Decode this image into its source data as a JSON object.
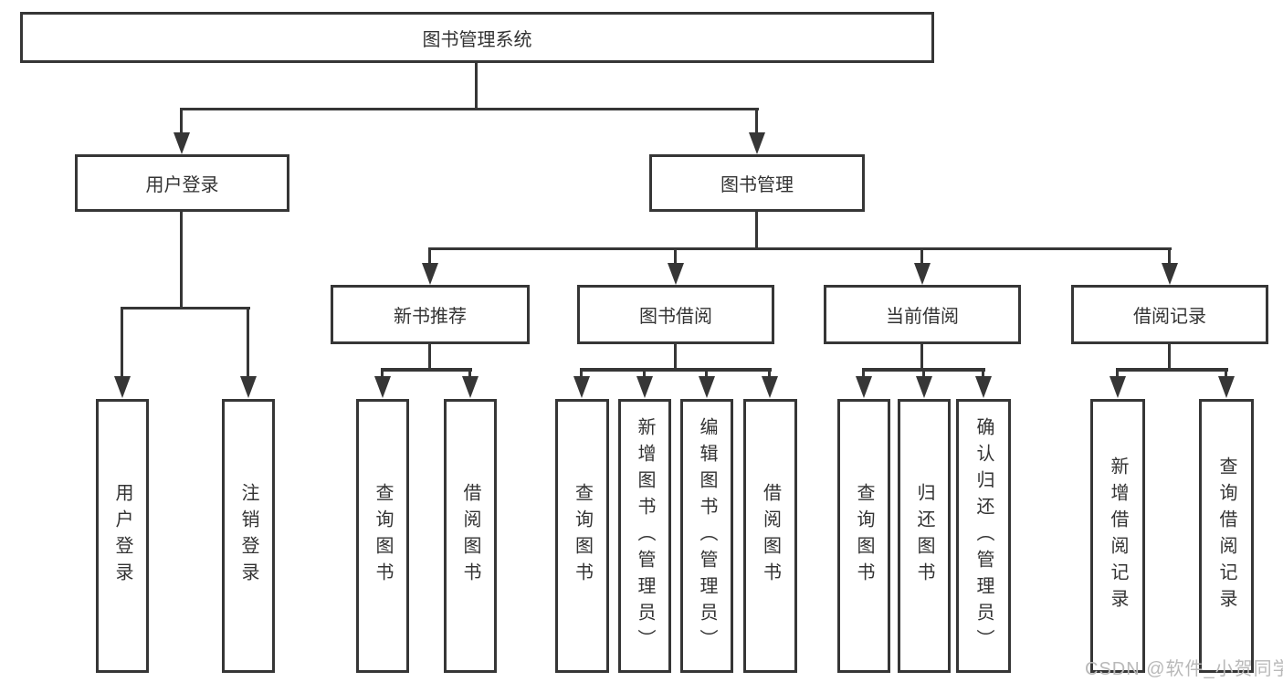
{
  "tree": {
    "root": {
      "label": "图书管理系统",
      "children": [
        {
          "label": "用户登录",
          "children": [
            {
              "label": "用户登录"
            },
            {
              "label": "注销登录"
            }
          ]
        },
        {
          "label": "图书管理",
          "children": [
            {
              "label": "新书推荐",
              "children": [
                {
                  "label": "查询图书"
                },
                {
                  "label": "借阅图书"
                }
              ]
            },
            {
              "label": "图书借阅",
              "children": [
                {
                  "label": "查询图书"
                },
                {
                  "label": "新增图书（管理员）"
                },
                {
                  "label": "编辑图书（管理员）"
                },
                {
                  "label": "借阅图书"
                }
              ]
            },
            {
              "label": "当前借阅",
              "children": [
                {
                  "label": "查询图书"
                },
                {
                  "label": "归还图书"
                },
                {
                  "label": "确认归还（管理员）"
                }
              ]
            },
            {
              "label": "借阅记录",
              "children": [
                {
                  "label": "新增借阅记录"
                },
                {
                  "label": "查询借阅记录"
                }
              ]
            }
          ]
        }
      ]
    }
  },
  "watermark": {
    "text": "CSDN @软件_小贺同学"
  },
  "colors": {
    "line": "#363636",
    "box_border": "#363636",
    "text": "#333333",
    "watermark": "#b9b9b9",
    "background": "#ffffff"
  }
}
